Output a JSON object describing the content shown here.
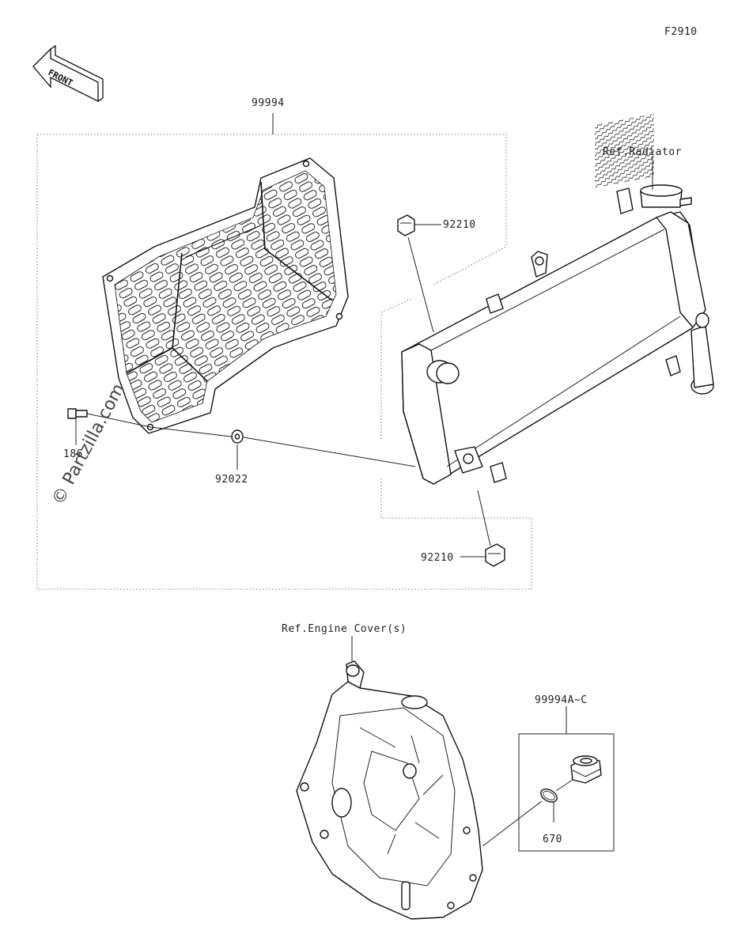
{
  "figure": {
    "code": "F2910",
    "direction": "FRONT",
    "watermark": "© Partzilla.com"
  },
  "callouts": {
    "kit_main": "99994",
    "ref_radiator": "Ref.Radiator",
    "clip_upper": "92210",
    "bolt": "186",
    "washer": "92022",
    "clip_lower": "92210",
    "ref_engine_cover": "Ref.Engine Cover(s)",
    "kit_plug": "99994A~C",
    "oring": "670"
  }
}
